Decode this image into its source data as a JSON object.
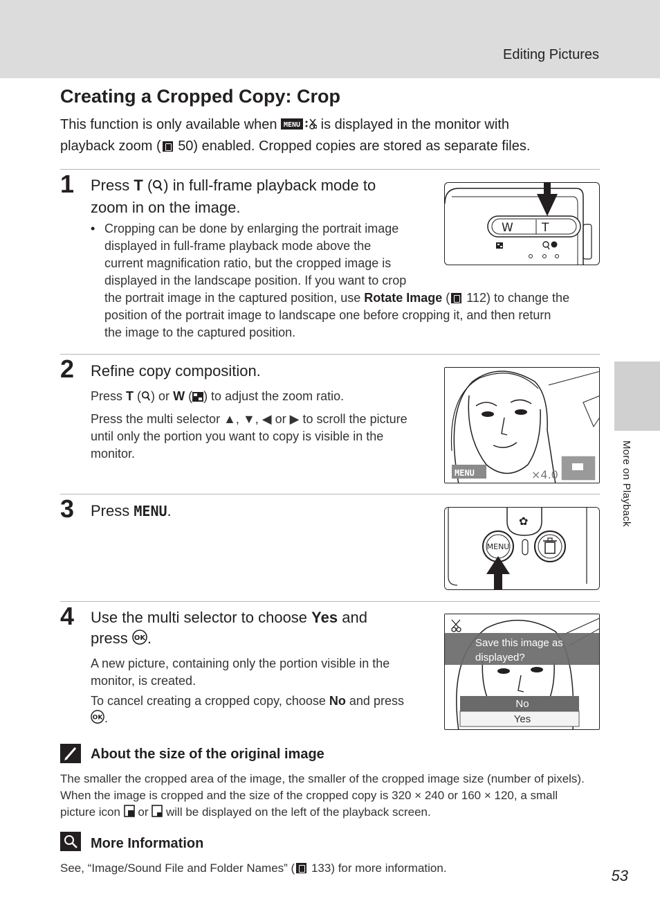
{
  "header": {
    "section": "Editing Pictures"
  },
  "side_tab": {
    "label": "More on Playback"
  },
  "title": "Creating a Cropped Copy: Crop",
  "intro": {
    "p1": "This function is only available when",
    "p2": "is displayed in the monitor with",
    "p3": "playback zoom (",
    "p4": "50) enabled. Cropped copies are stored as separate files."
  },
  "step1": {
    "num": "1",
    "title_a": "Press",
    "title_b": "T",
    "title_c": ") in full-frame playback mode to",
    "title_d": "zoom in on the image.",
    "bullet_lines": [
      "Cropping can be done by enlarging the portrait image",
      "displayed in full-frame playback mode above the",
      "current magnification ratio, but the cropped image is",
      "displayed in the landscape position. If you want to crop"
    ],
    "line5a": "the portrait image in the captured position, use",
    "line5b": "Rotate Image",
    "line5c": "112) to change the",
    "line6": "position of the portrait image to landscape one before cropping it, and then return",
    "line7": "the image to the captured position.",
    "illu_w": "W",
    "illu_t": "T"
  },
  "step2": {
    "num": "2",
    "title": "Refine copy composition.",
    "p1a": "Press",
    "p1b": "T",
    "p1c": "or",
    "p1d": "W",
    "p1e": ") to adjust the zoom ratio.",
    "p2a": "Press the multi selector",
    "p2b": "or",
    "p2c": "to scroll the picture",
    "p2_line2": "until only the portion you want to copy is visible in the",
    "p2_line3": "monitor.",
    "zoom": "×4.0"
  },
  "step3": {
    "num": "3",
    "title_a": "Press",
    "title_b": "MENU",
    "title_c": ".",
    "button": "MENU"
  },
  "step4": {
    "num": "4",
    "title_a": "Use the multi selector to choose",
    "title_b": "Yes",
    "title_c": "and",
    "title_d": "press",
    "title_e": ".",
    "p1_line1": "A new picture, containing only the portion visible in the",
    "p1_line2": "monitor, is created.",
    "p2a": "To cancel creating a cropped copy, choose",
    "p2b": "No",
    "p2c": "and press",
    "p2d": ".",
    "dialog_line1": "Save this image as",
    "dialog_line2": "displayed?",
    "opt_no": "No",
    "opt_yes": "Yes"
  },
  "note1": {
    "title": "About the size of the original image",
    "line1": "The smaller the cropped area of the image, the smaller of the cropped image size (number of pixels).",
    "line2": "When the image is cropped and the size of the cropped copy is 320 × 240 or 160 × 120, a small",
    "line3a": "picture icon",
    "line3b": "or",
    "line3c": "will be displayed on the left of the playback screen."
  },
  "note2": {
    "title": "More Information",
    "line1a": "See, “Image/Sound File and Folder Names” (",
    "line1b": "133) for more information."
  },
  "page_number": "53",
  "colors": {
    "header_band": "#dcdcdc",
    "side_tab": "#d0d0d0",
    "text": "#231f20"
  }
}
